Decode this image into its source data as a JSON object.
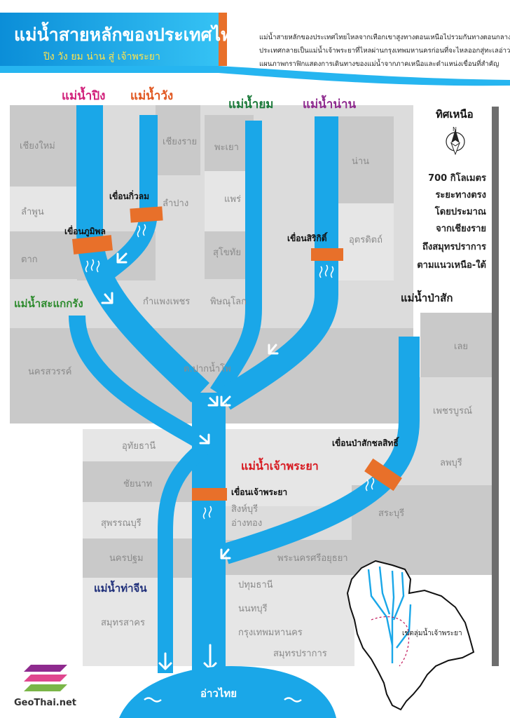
{
  "header": {
    "title": "แม่น้ำสายหลักของประเทศไทย",
    "subtitle": "ปิง วัง ยม น่าน สู่ เจ้าพระยา",
    "description": [
      "แม่น้ำสายหลักของประเทศไทยไหลจากเทือกเขาสูงทางตอนเหนือไปรวมกันทางตอนกลางของ",
      "ประเทศกลายเป็นแม่น้ำเจ้าพระยาที่ไหลผ่านกรุงเทพมหานครก่อนที่จะไหลออกสู่ทะเลอ่าวไทย",
      "แผนภาพกราฟิกแสดงการเดินทางของแม่น้ำจากภาคเหนือและตำแหน่งเขื่อนที่สำคัญ"
    ]
  },
  "rivers": {
    "ping": "แม่น้ำปิง",
    "wang": "แม่น้ำวัง",
    "yom": "แม่น้ำยม",
    "nan": "แม่น้ำน่าน",
    "sakae_krang": "แม่น้ำสะแกกรัง",
    "pa_sak": "แม่น้ำป่าสัก",
    "chao_phraya": "แม่น้ำเจ้าพระยา",
    "tha_chin": "แม่น้ำท่าจีน"
  },
  "dams": {
    "kiw_lom": "เขื่อนกิ่วลม",
    "bhumibol": "เขื่อนภูมิพล",
    "sirikit": "เขื่อนสิริกิติ์",
    "pa_sak": "เขื่อนป่าสักชลสิทธิ์",
    "chao_phraya": "เขื่อนเจ้าพระยา"
  },
  "provinces": {
    "chiang_mai": "เชียงใหม่",
    "chiang_rai": "เชียงราย",
    "phayao": "พะเยา",
    "nan": "น่าน",
    "lamphun": "ลำพูน",
    "lampang": "ลำปาง",
    "phrae": "แพร่",
    "uttaradit": "อุตรดิตถ์",
    "tak": "ตาก",
    "sukhothai": "สุโขทัย",
    "kamphaeng_phet": "กำแพงเพชร",
    "phitsanulok": "พิษณุโลก",
    "nakhon_sawan": "นครสวรรค์",
    "pak_nam_pho": "ต.ปากน้ำโพ",
    "loei": "เลย",
    "phetchabun": "เพชรบูรณ์",
    "uthai_thani": "อุทัยธานี",
    "lopburi": "ลพบุรี",
    "chai_nat": "ชัยนาท",
    "suphan_buri": "สุพรรณบุรี",
    "sing_buri": "สิงห์บุรี",
    "ang_thong": "อ่างทอง",
    "saraburi": "สระบุรี",
    "nakhon_pathom": "นครปฐม",
    "ayutthaya": "พระนครศรีอยุธยา",
    "pathum_thani": "ปทุมธานี",
    "nonthaburi": "นนทบุรี",
    "samut_sakhon": "สมุทรสาคร",
    "bangkok": "กรุงเทพมหานคร",
    "samut_prakan": "สมุทรปราการ"
  },
  "sea": "อ่าวไทย",
  "north_label": "ทิศเหนือ",
  "distance_note": [
    "700 กิโลเมตร",
    "ระยะทางตรง",
    "โดยประมาณ",
    "จากเชียงราย",
    "ถึงสมุทรปราการ",
    "ตามแนวเหนือ-ใต้"
  ],
  "inset_label": "เขตลุ่มน้ำเจ้าพระยา",
  "brand": "GeoThai.net",
  "colors": {
    "river": "#1AA7E8",
    "river_dark": "#0F8FD6",
    "dam": "#E8702A",
    "region_bg": "#DCDCDC",
    "province_cell": "#C9C9C9",
    "ping_label": "#D11F7A",
    "wang_label": "#E0561F",
    "yom_label": "#1B7A3A",
    "nan_label": "#8E2A8E",
    "sakae_krang_label": "#2E8B2E",
    "pa_sak_label": "#1A1A1A",
    "chao_phraya_label": "#D71920",
    "tha_chin_label": "#1F2F7A"
  }
}
